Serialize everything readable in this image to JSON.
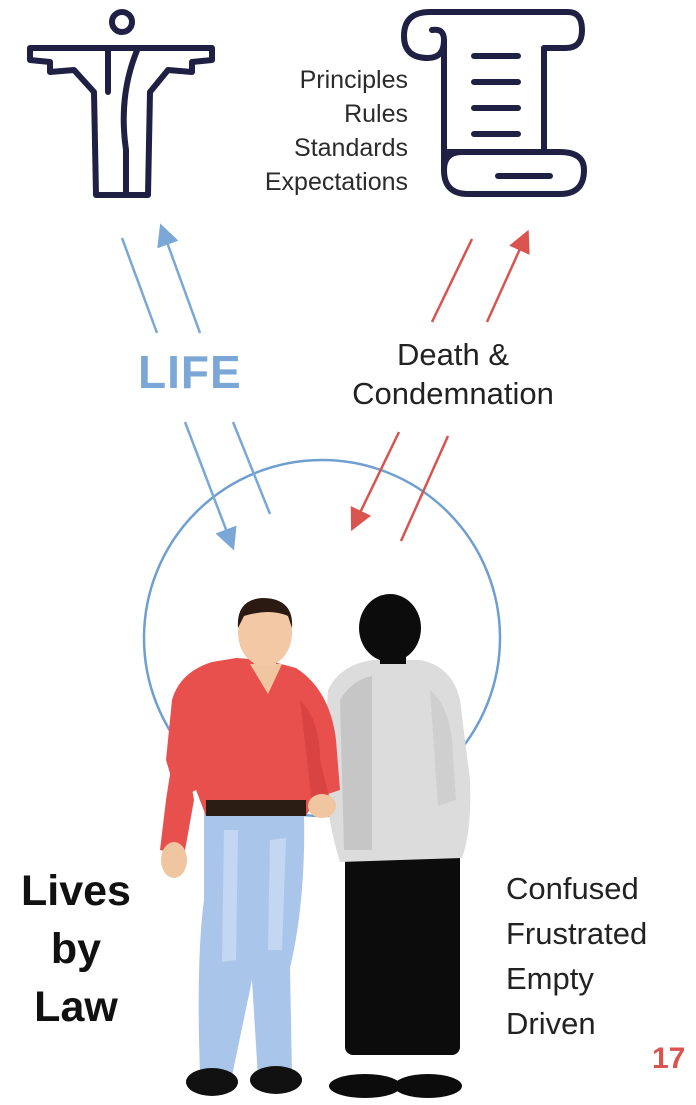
{
  "law_items": [
    "Principles",
    "Rules",
    "Standards",
    "Expectations"
  ],
  "life_label": "LIFE",
  "death_label": [
    "Death &",
    "Condemnation"
  ],
  "lives_by_law": [
    "Lives",
    "by",
    "Law"
  ],
  "states": [
    "Confused",
    "Frustrated",
    "Empty",
    "Driven"
  ],
  "page_number": "17",
  "colors": {
    "life_blue": "#7ba7d6",
    "death_red": "#d9534f",
    "icon_navy": "#1f2044",
    "circle_blue": "#6f9fd0"
  },
  "icons": [
    "christ-statue-icon",
    "scroll-icon"
  ]
}
